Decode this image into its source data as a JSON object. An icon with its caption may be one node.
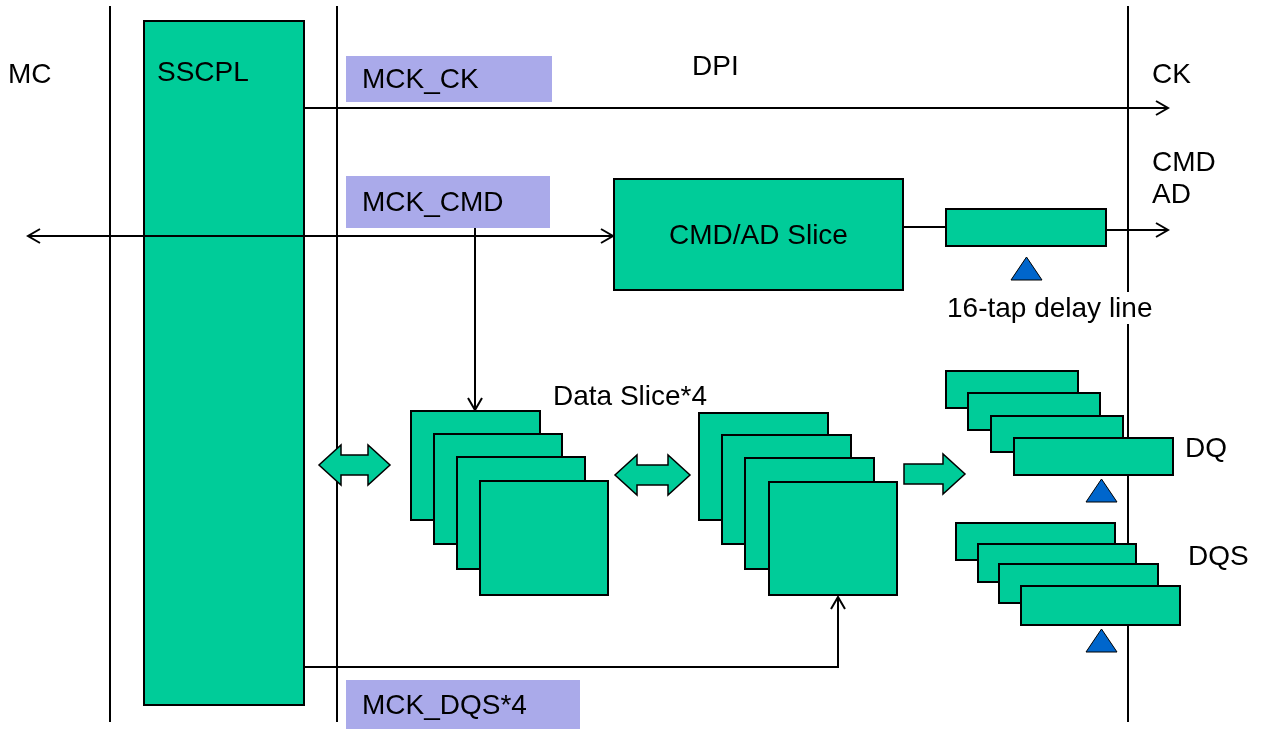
{
  "diagram": {
    "nodes": [
      {
        "text": [
          "SSCPL"
        ]
      },
      {
        "text": [
          "MCK_CK"
        ]
      },
      {
        "text": [
          "MCK_CMD"
        ]
      },
      {
        "text": [
          "CMD/AD Slice"
        ]
      },
      {
        "text": [],
        "shape": "box"
      },
      {
        "text": [],
        "shape": "box"
      },
      {
        "text": [],
        "shape": "box"
      },
      {
        "text": [],
        "shape": "box"
      },
      {
        "text": [],
        "shape": "box"
      },
      {
        "text": [
          "MCK_DQS*4"
        ]
      }
    ],
    "edges": [
      {
        "from": 0,
        "to": null,
        "arrow": "to"
      },
      {
        "from": null,
        "to": 3,
        "arrow": "both"
      },
      {
        "from": 3,
        "to": 4,
        "arrow": "none"
      },
      {
        "from": 4,
        "to": null,
        "arrow": "to"
      },
      {
        "from": 2,
        "to": 5,
        "arrow": "to"
      },
      {
        "from": 0,
        "to": 5,
        "arrow": "both",
        "style": "thick",
        "color": "#00cc99"
      },
      {
        "from": 5,
        "to": 6,
        "arrow": "both",
        "style": "thick",
        "color": "#00cc99"
      },
      {
        "from": 6,
        "to": 7,
        "arrow": "to",
        "style": "thick",
        "color": "#00cc99"
      },
      {
        "from": 0,
        "to": 6,
        "arrow": "to"
      }
    ],
    "labels": [
      "MC",
      "DPI",
      "CK",
      "CMD AD",
      "16-tap delay line",
      "Data Slice*4",
      "DQ",
      "DQS"
    ]
  }
}
